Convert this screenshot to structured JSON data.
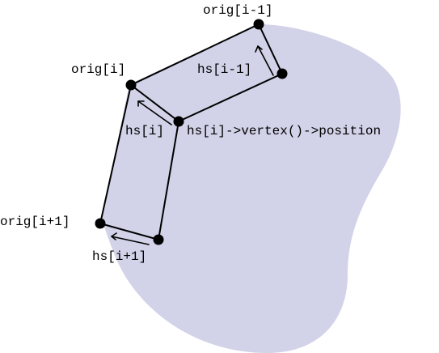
{
  "region_color": "#d2d2e8",
  "labels": {
    "orig_prev": "orig[i-1]",
    "orig_cur": "orig[i]",
    "orig_next": "orig[i+1]",
    "hs_prev": "hs[i-1]",
    "hs_cur": "hs[i]",
    "hs_next": "hs[i+1]",
    "hs_cur_position": "hs[i]->vertex()->position"
  }
}
